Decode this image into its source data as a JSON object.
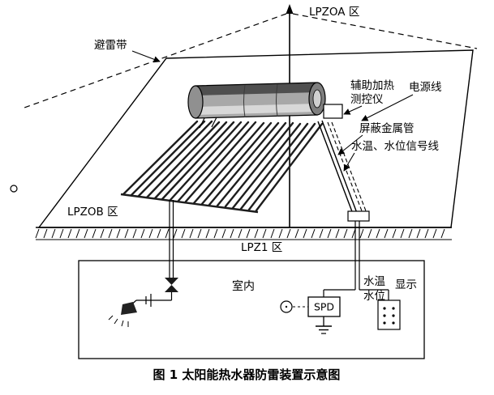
{
  "figure": {
    "caption": "图 1  太阳能热水器防雷装置示意图"
  },
  "zones": {
    "lpzoa": "LPZOA 区",
    "lpzob": "LPZOB 区",
    "lpz1": "LPZ1 区"
  },
  "labels": {
    "lightning_belt": "避雷带",
    "aux_heating_line1": "辅助加热",
    "aux_heating_line2": "测控仪",
    "power_line": "电源线",
    "shield_tube": "屏蔽金属管",
    "signal_line": "水温、水位信号线",
    "indoor": "室内",
    "water_temp": "水温",
    "water_level": "水位",
    "display": "显示",
    "spd": "SPD"
  },
  "colors": {
    "line": "#000000",
    "tank_dark": "#4f4f4f",
    "tank_mid": "#a8a8a8",
    "tank_light": "#d8d8d8"
  }
}
